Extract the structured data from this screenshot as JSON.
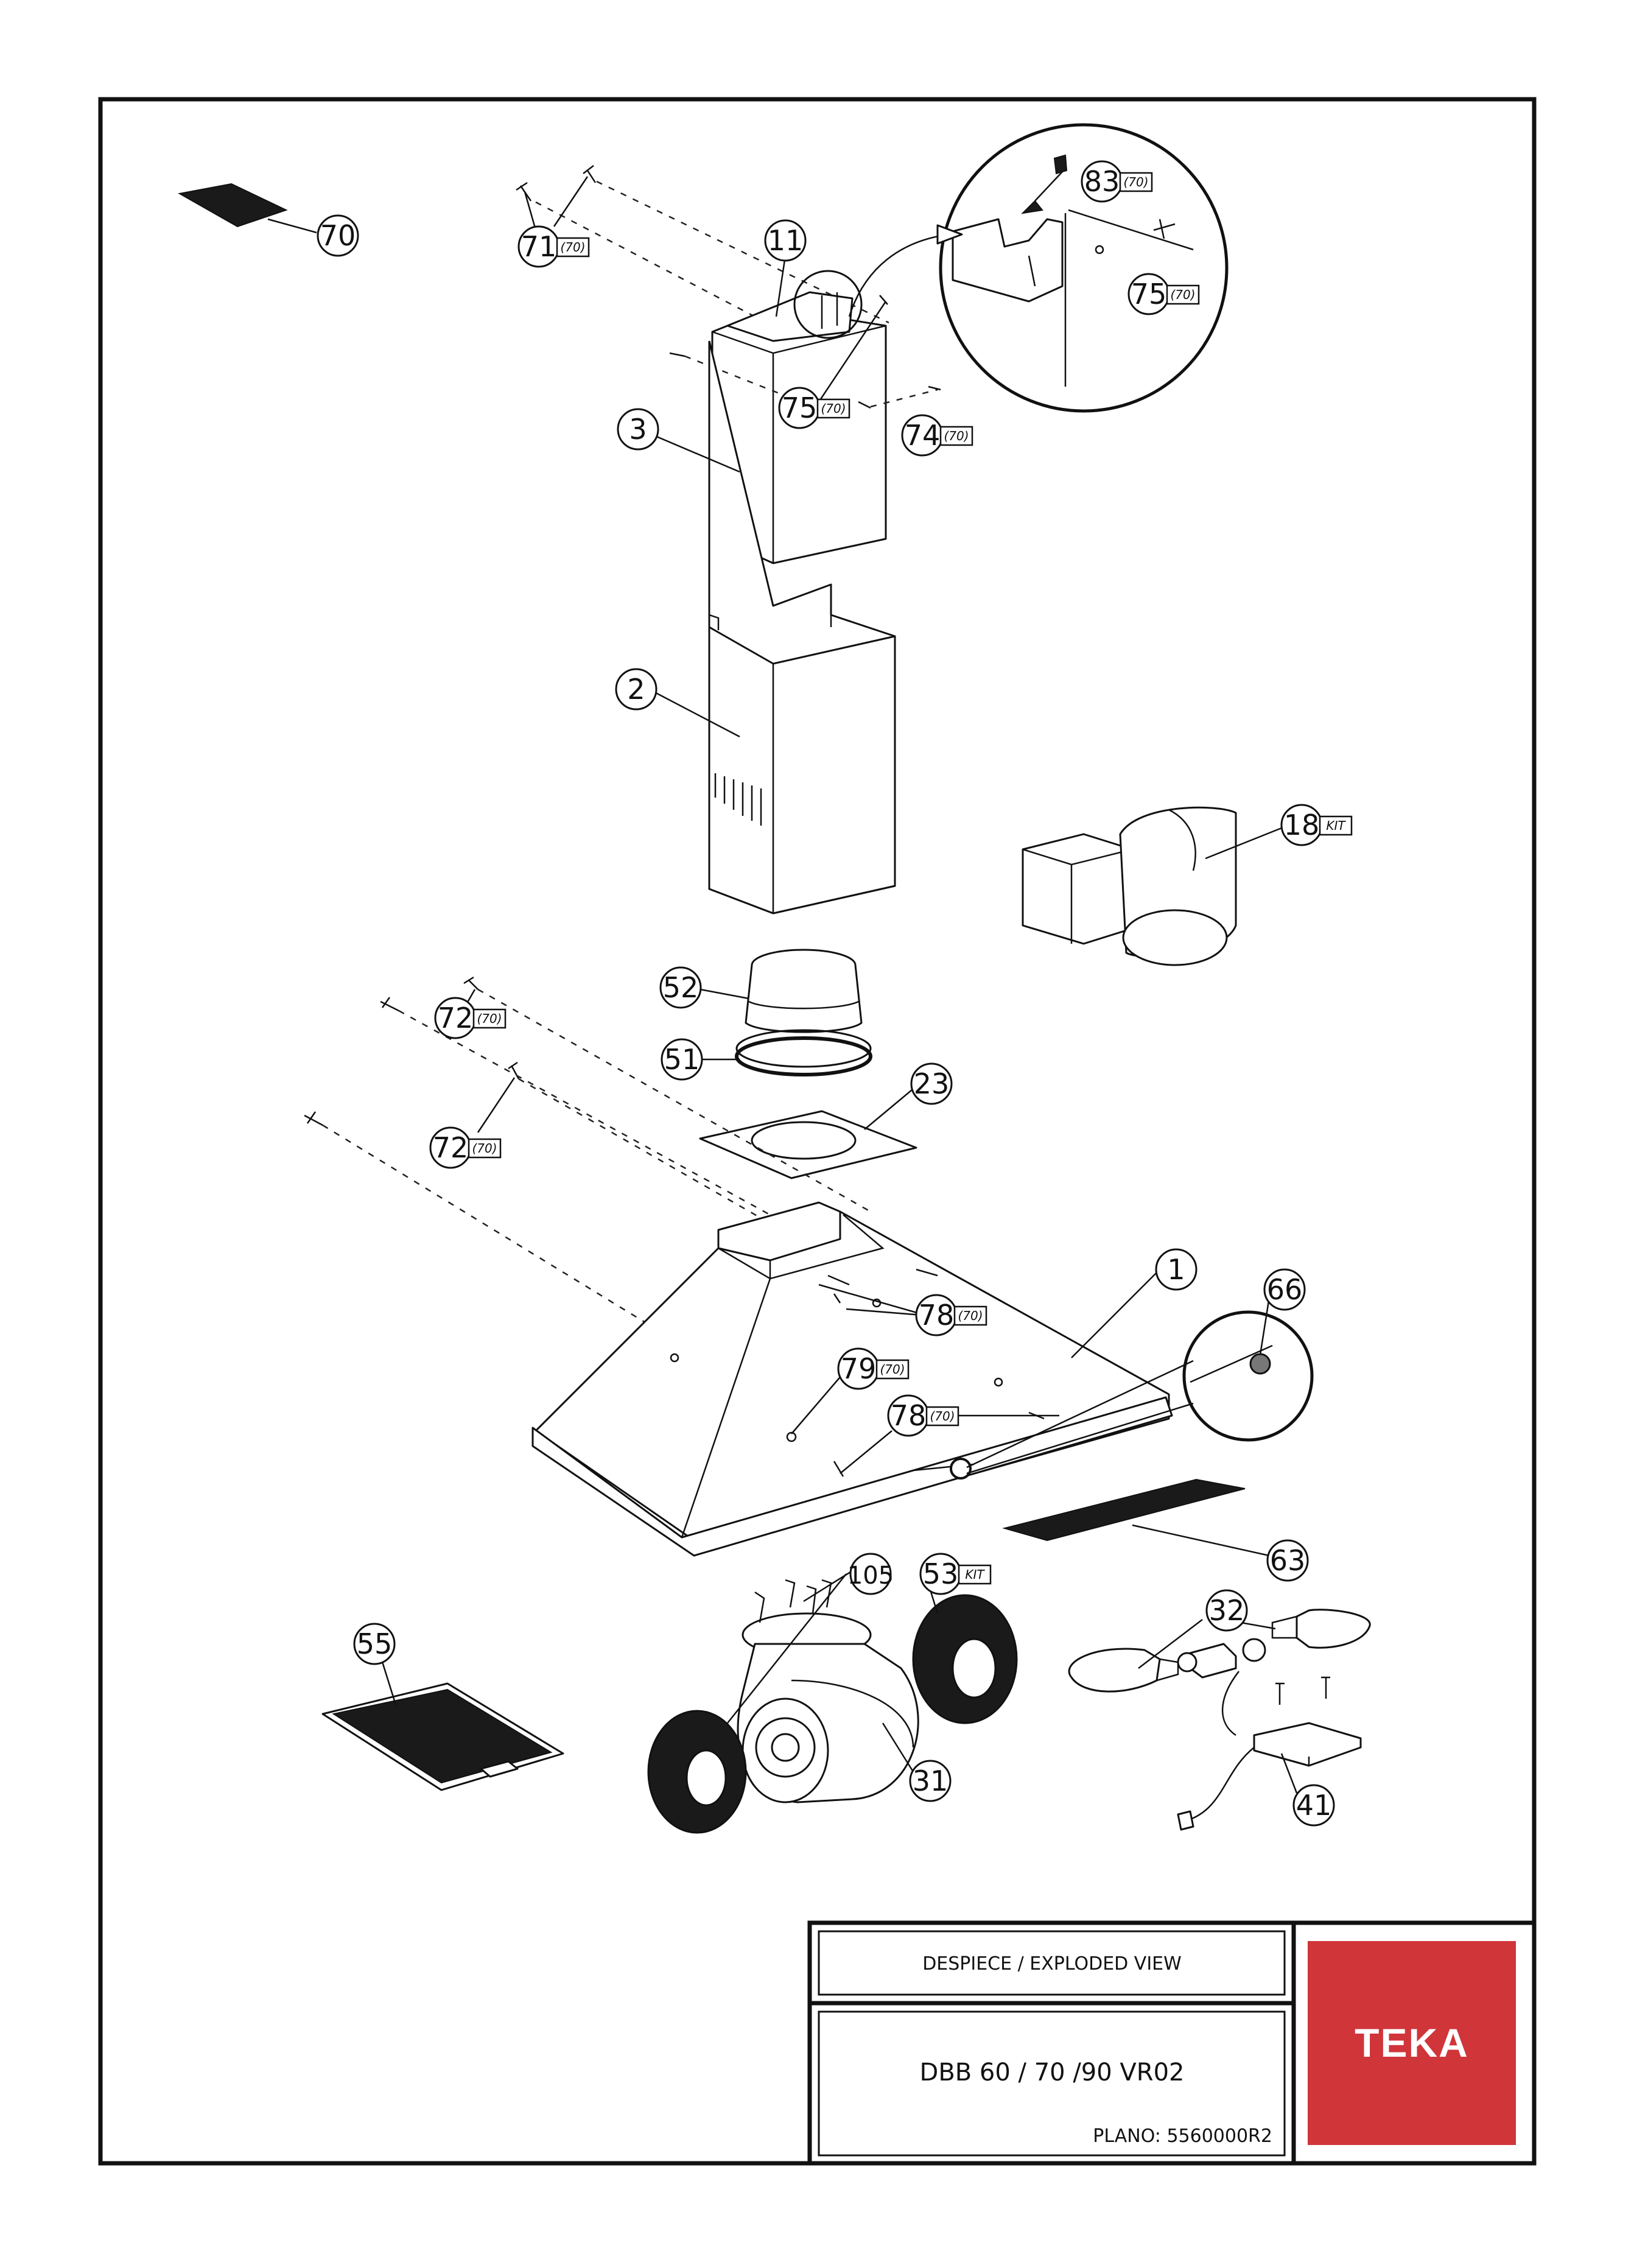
{
  "title_block": {
    "header": "DESPIECE / EXPLODED VIEW",
    "model": "DBB 60 / 70 /90 VR02",
    "plan": "PLANO: 5560000R2",
    "logo_text": "TEKA",
    "logo_color": "#d0353a"
  },
  "callouts": [
    {
      "id": "c70",
      "num": "70",
      "tag": ""
    },
    {
      "id": "c71",
      "num": "71",
      "tag": "(70)"
    },
    {
      "id": "c11",
      "num": "11",
      "tag": ""
    },
    {
      "id": "c83",
      "num": "83",
      "tag": "(70)"
    },
    {
      "id": "c75a",
      "num": "75",
      "tag": "(70)"
    },
    {
      "id": "c75b",
      "num": "75",
      "tag": "(70)"
    },
    {
      "id": "c74",
      "num": "74",
      "tag": "(70)"
    },
    {
      "id": "c3",
      "num": "3",
      "tag": ""
    },
    {
      "id": "c2",
      "num": "2",
      "tag": ""
    },
    {
      "id": "c18",
      "num": "18",
      "tag": "KIT"
    },
    {
      "id": "c52",
      "num": "52",
      "tag": ""
    },
    {
      "id": "c51",
      "num": "51",
      "tag": ""
    },
    {
      "id": "c72a",
      "num": "72",
      "tag": "(70)"
    },
    {
      "id": "c72b",
      "num": "72",
      "tag": "(70)"
    },
    {
      "id": "c23",
      "num": "23",
      "tag": ""
    },
    {
      "id": "c1",
      "num": "1",
      "tag": ""
    },
    {
      "id": "c66",
      "num": "66",
      "tag": ""
    },
    {
      "id": "c78a",
      "num": "78",
      "tag": "(70)"
    },
    {
      "id": "c79",
      "num": "79",
      "tag": "(70)"
    },
    {
      "id": "c78b",
      "num": "78",
      "tag": "(70)"
    },
    {
      "id": "c63",
      "num": "63",
      "tag": ""
    },
    {
      "id": "c105",
      "num": "105",
      "tag": ""
    },
    {
      "id": "c53",
      "num": "53",
      "tag": "KIT"
    },
    {
      "id": "c55",
      "num": "55",
      "tag": ""
    },
    {
      "id": "c32",
      "num": "32",
      "tag": ""
    },
    {
      "id": "c31",
      "num": "31",
      "tag": ""
    },
    {
      "id": "c41",
      "num": "41",
      "tag": ""
    }
  ]
}
